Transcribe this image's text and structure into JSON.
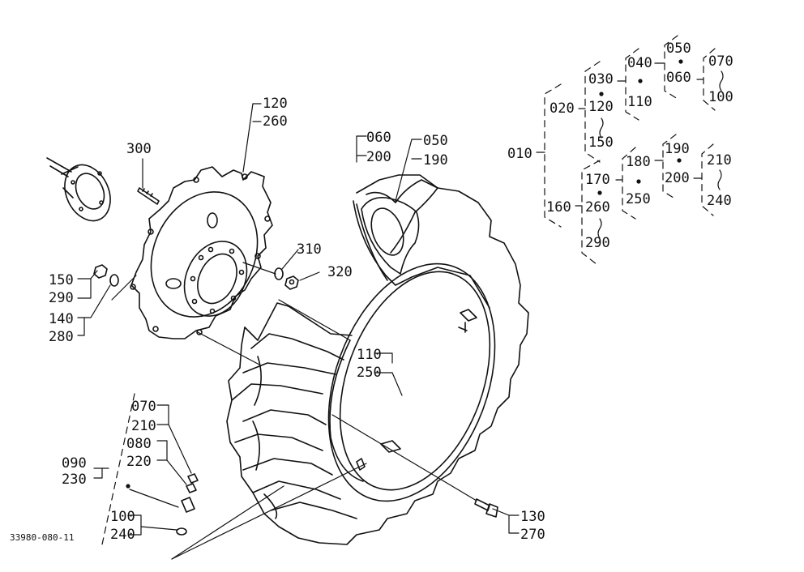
{
  "diagram": {
    "drawing_code": "33980-080-11",
    "labels": {
      "p120": "120",
      "p260": "260",
      "p300": "300",
      "p060": "060",
      "p200": "200",
      "p050": "050",
      "p190": "190",
      "p310": "310",
      "p320": "320",
      "p150": "150",
      "p290": "290",
      "p140": "140",
      "p280": "280",
      "p110": "110",
      "p250": "250",
      "p070": "070",
      "p210": "210",
      "p080": "080",
      "p220": "220",
      "p090": "090",
      "p230": "230",
      "p100": "100",
      "p240": "240",
      "p130": "130",
      "p270": "270"
    },
    "tree": {
      "t010": "010",
      "t020": "020",
      "t030": "030",
      "t120": "120",
      "t150": "150",
      "t040": "040",
      "t110": "110",
      "t050": "050",
      "t060": "060",
      "t070": "070",
      "t100": "100",
      "t160": "160",
      "t170": "170",
      "t260": "260",
      "t290": "290",
      "t180": "180",
      "t250": "250",
      "t190": "190",
      "t200": "200",
      "t210": "210",
      "t240": "240"
    }
  }
}
